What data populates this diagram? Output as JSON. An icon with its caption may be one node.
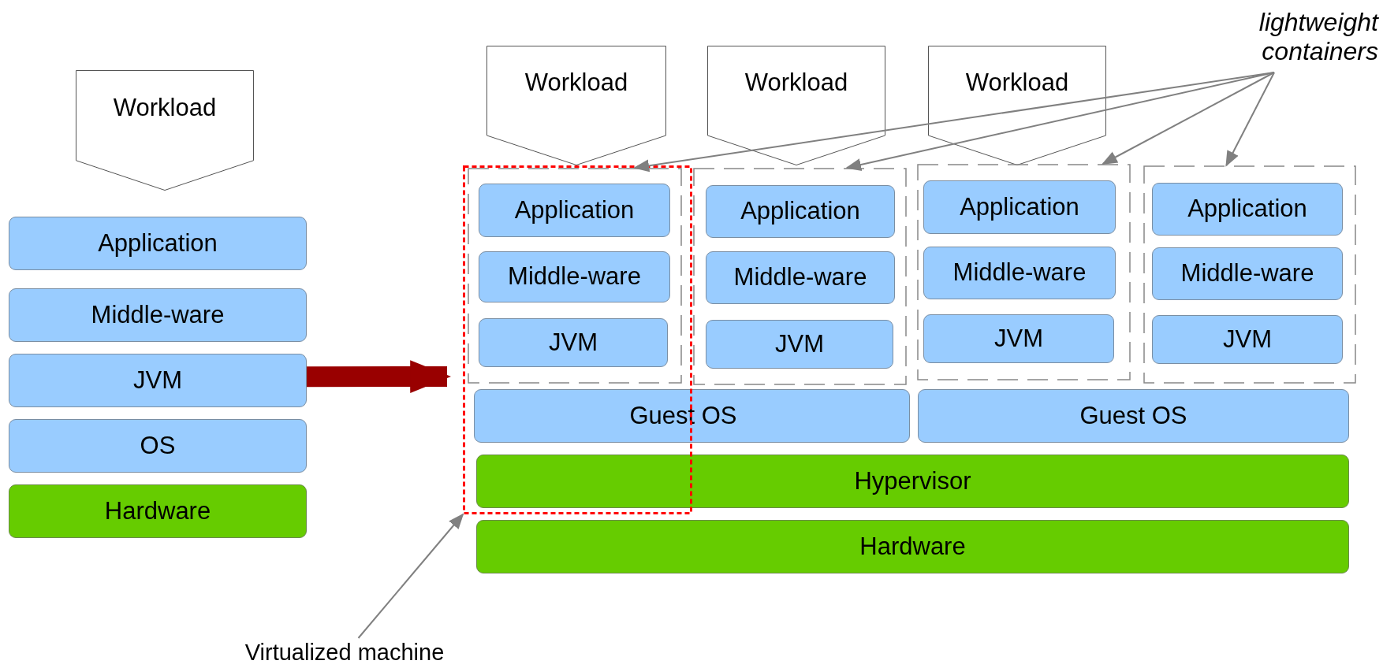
{
  "diagram": {
    "nodes": [
      {
        "text": [
          "Workload"
        ]
      },
      {
        "text": [
          "Application"
        ]
      },
      {
        "text": [
          "Middle-ware"
        ]
      },
      {
        "text": [
          "JVM"
        ]
      },
      {
        "text": [
          "OS"
        ]
      },
      {
        "text": [
          "Hardware"
        ]
      },
      {
        "text": [
          "lightweight containers"
        ]
      },
      {
        "text": [
          "Workload"
        ]
      },
      {
        "text": [
          "Workload"
        ]
      },
      {
        "text": [
          "Workload"
        ]
      },
      {
        "text": [],
        "shape": "box"
      },
      {
        "text": [],
        "shape": "box",
        "in": 10
      },
      {
        "text": [
          "Application"
        ],
        "in": 11
      },
      {
        "text": [
          "Middle-ware"
        ],
        "in": 11
      },
      {
        "text": [
          "JVM"
        ],
        "in": 11
      },
      {
        "text": [],
        "shape": "box"
      },
      {
        "text": [
          "Application"
        ],
        "in": 15
      },
      {
        "text": [
          "Middle-ware"
        ],
        "in": 15
      },
      {
        "text": [
          "JVM"
        ],
        "in": 15
      },
      {
        "text": [],
        "shape": "box"
      },
      {
        "text": [
          "Application"
        ],
        "in": 19
      },
      {
        "text": [
          "Middle-ware"
        ],
        "in": 19
      },
      {
        "text": [
          "JVM"
        ],
        "in": 19
      },
      {
        "text": [],
        "shape": "box"
      },
      {
        "text": [
          "Application"
        ],
        "in": 23
      },
      {
        "text": [
          "Middle-ware"
        ],
        "in": 23
      },
      {
        "text": [
          "JVM"
        ],
        "in": 23
      },
      {
        "text": [
          "Guest OS"
        ]
      },
      {
        "text": [
          "Guest OS"
        ]
      },
      {
        "text": [
          "Hypervisor"
        ]
      },
      {
        "text": [
          "Hardware"
        ]
      },
      {
        "text": [
          "Virtualized machine"
        ]
      }
    ],
    "edges": [
      {
        "from": 6,
        "to": 11,
        "arrow": "to"
      },
      {
        "from": 6,
        "to": 15,
        "arrow": "to"
      },
      {
        "from": 6,
        "to": 19,
        "arrow": "to"
      },
      {
        "from": 6,
        "to": 23,
        "arrow": "to"
      },
      {
        "from": 31,
        "to": 10,
        "arrow": "to"
      },
      {
        "from": 3,
        "to": 10,
        "arrow": "to",
        "style": "thick",
        "color": "#990000"
      }
    ]
  }
}
